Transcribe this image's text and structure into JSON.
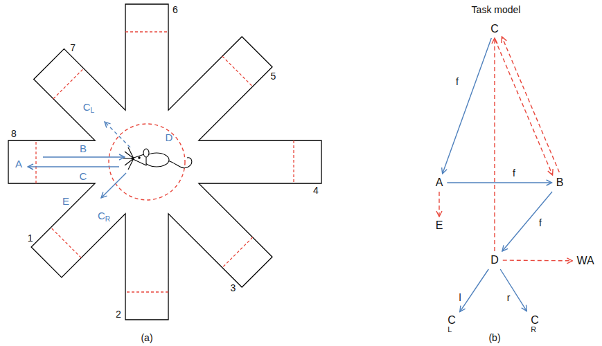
{
  "diagram": {
    "nodes": [
      {
        "text": [
          "C"
        ]
      },
      {
        "text": [
          "A"
        ]
      },
      {
        "text": [
          "B"
        ]
      },
      {
        "text": [
          "E"
        ]
      },
      {
        "text": [
          "D"
        ]
      },
      {
        "text": [
          "WA"
        ]
      },
      {
        "text": [
          "CL"
        ]
      },
      {
        "text": [
          "CR"
        ]
      }
    ],
    "edges": [
      {
        "from": 0,
        "to": 1,
        "arrow": "to",
        "label": "f"
      },
      {
        "from": 1,
        "to": 2,
        "arrow": "to",
        "label": "f"
      },
      {
        "from": 2,
        "to": 4,
        "arrow": "to",
        "label": "f"
      },
      {
        "from": 4,
        "to": 6,
        "arrow": "to",
        "label": "l"
      },
      {
        "from": 4,
        "to": 7,
        "arrow": "to",
        "label": "r"
      },
      {
        "from": 1,
        "to": 3,
        "arrow": "to"
      },
      {
        "from": 4,
        "to": 0,
        "arrow": "to"
      },
      {
        "from": 0,
        "to": 2,
        "arrow": "to"
      },
      {
        "from": 2,
        "to": 0,
        "arrow": "to"
      },
      {
        "from": 4,
        "to": 5,
        "arrow": "to"
      }
    ],
    "labels": [
      "8",
      "7",
      "6",
      "5",
      "4",
      "3",
      "2",
      "1",
      "A",
      "B",
      "C",
      "CL",
      "CR",
      "D",
      "E",
      "(a)",
      "Task model",
      "(b)"
    ]
  }
}
